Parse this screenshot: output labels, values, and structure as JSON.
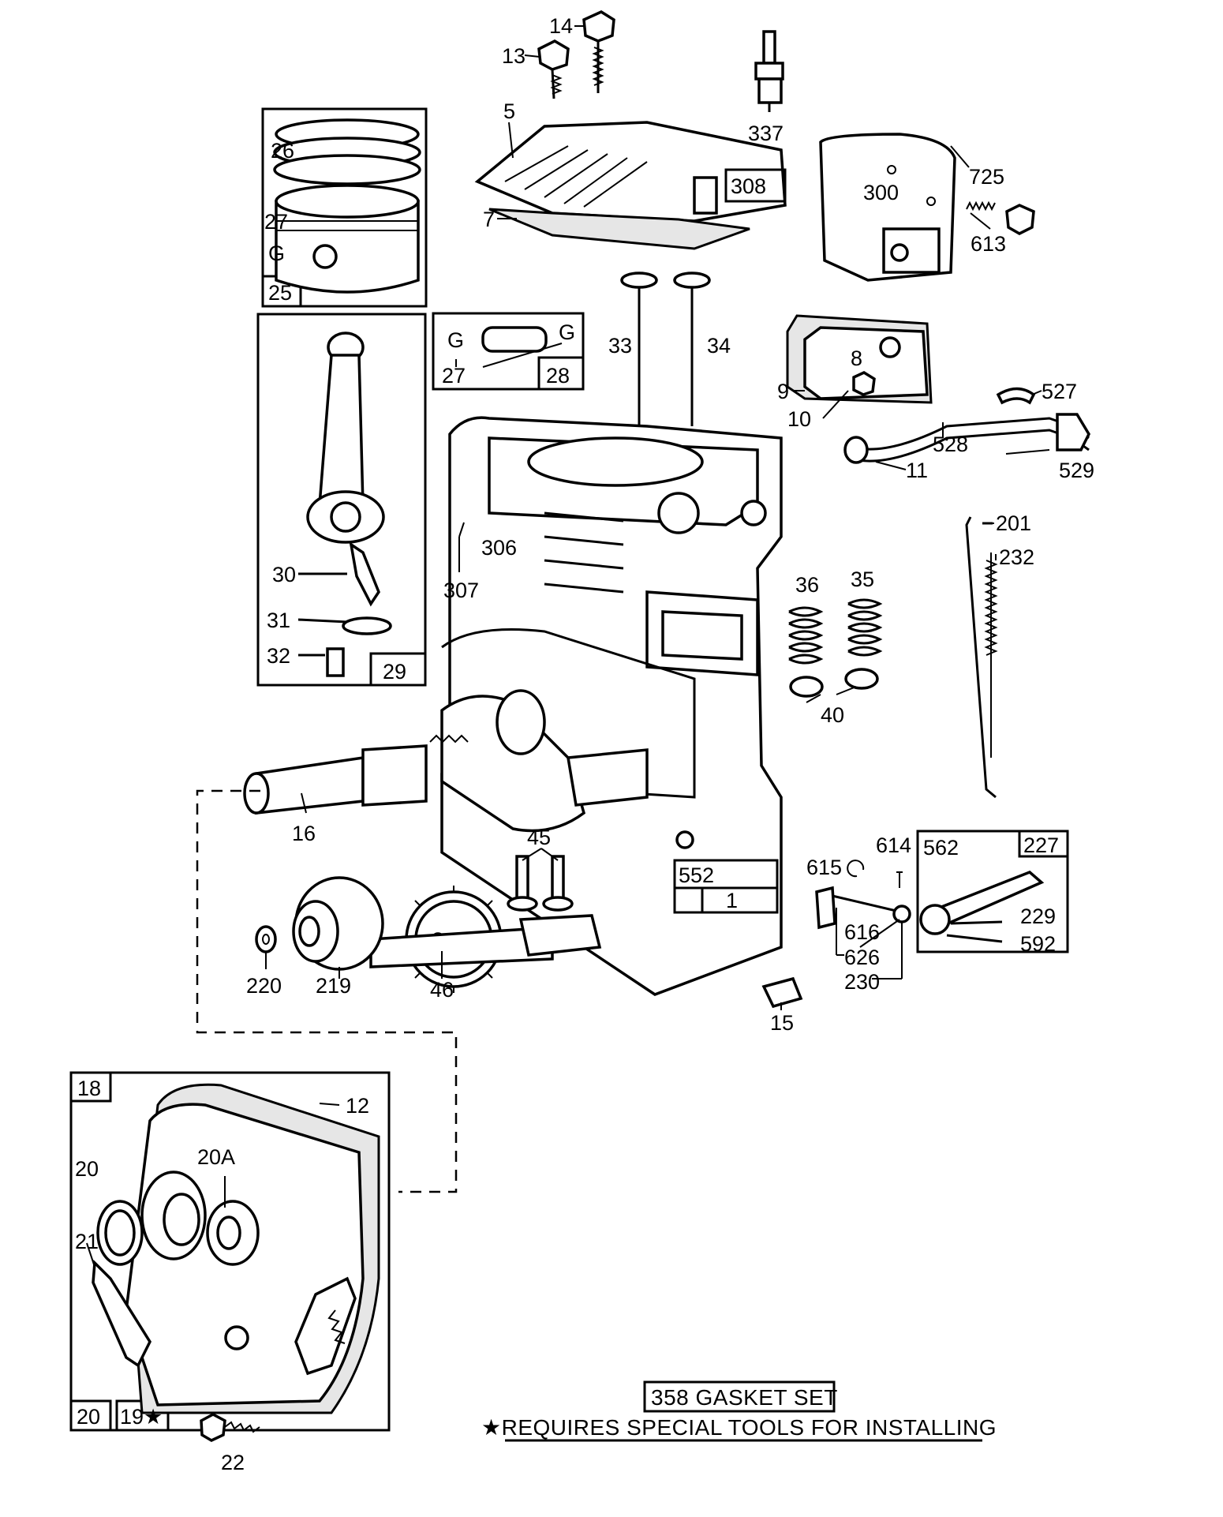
{
  "labels": {
    "l1": "1",
    "l5": "5",
    "l7": "7",
    "l8": "8",
    "l9": "9",
    "l10": "10",
    "l11": "11",
    "l12": "12",
    "l13": "13",
    "l14": "14",
    "l15": "15",
    "l16": "16",
    "l18": "18",
    "l19": "19★",
    "l20a": "20",
    "l20b": "20",
    "l20A": "20A",
    "l21": "21",
    "l22": "22",
    "l25": "25",
    "l26": "26",
    "l27a": "27",
    "l27b": "27",
    "l28": "28",
    "l29": "29",
    "l30": "30",
    "l31": "31",
    "l32": "32",
    "l33": "33",
    "l34": "34",
    "l35": "35",
    "l36": "36",
    "l40": "40",
    "l45": "45",
    "l46": "46",
    "l201": "201",
    "l219": "219",
    "l220": "220",
    "l227": "227",
    "l229": "229",
    "l230": "230",
    "l232": "232",
    "l300": "300",
    "l306": "306",
    "l307": "307",
    "l308": "308",
    "l337": "337",
    "l527": "527",
    "l528": "528",
    "l529": "529",
    "l552": "552",
    "l562": "562",
    "l592": "592",
    "l613": "613",
    "l614": "614",
    "l615": "615",
    "l616": "616",
    "l626": "626",
    "l725": "725",
    "gA": "G",
    "gB": "G",
    "gC": "G"
  },
  "notes": {
    "gasket_set": "358 GASKET SET",
    "special_tools": "★REQUIRES SPECIAL TOOLS FOR INSTALLING"
  }
}
